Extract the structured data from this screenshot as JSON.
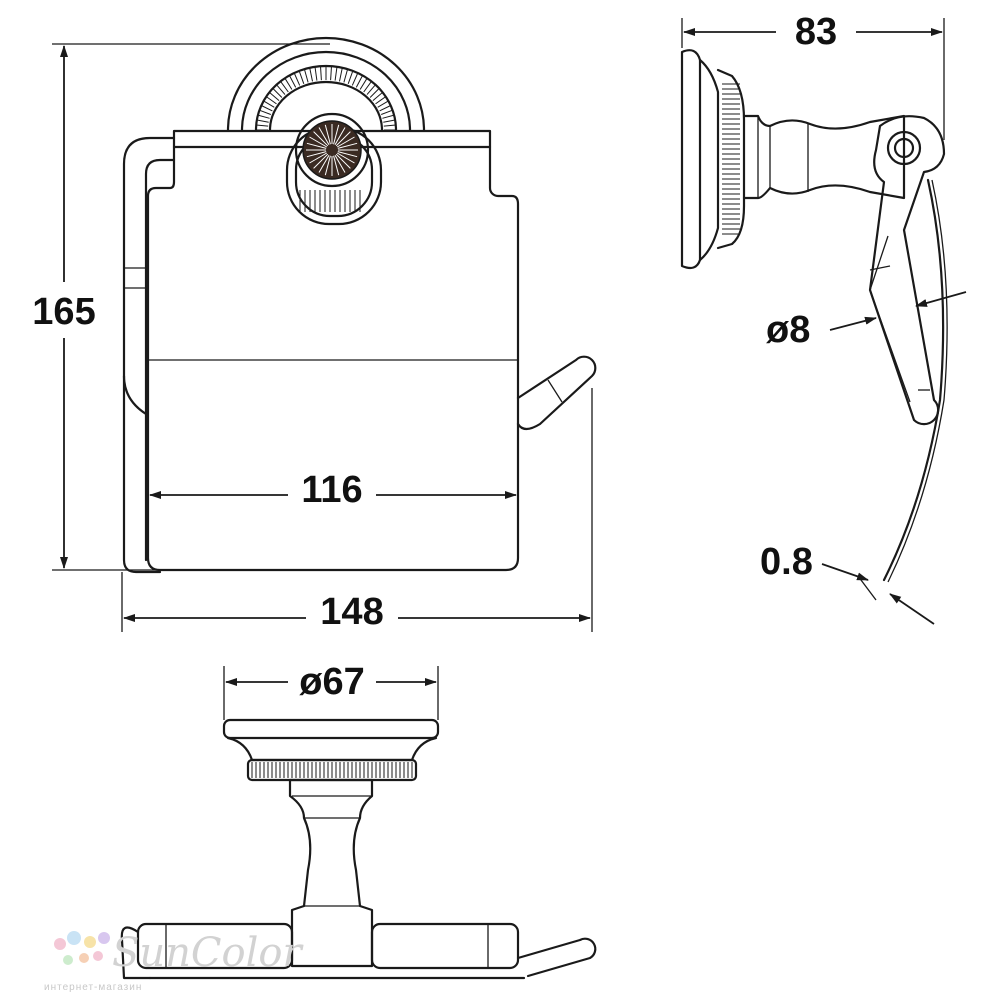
{
  "dimensions": {
    "overall_height": "165",
    "cover_width": "116",
    "overall_width": "148",
    "depth": "83",
    "rod_diameter": "ø8",
    "cover_thickness": "0.8",
    "base_diameter": "ø67"
  },
  "watermark": {
    "brand": "SunColor",
    "tagline": "интернет-магазин"
  },
  "colors": {
    "line": "#1a1a1a",
    "watermark": "#d2d2d2"
  }
}
